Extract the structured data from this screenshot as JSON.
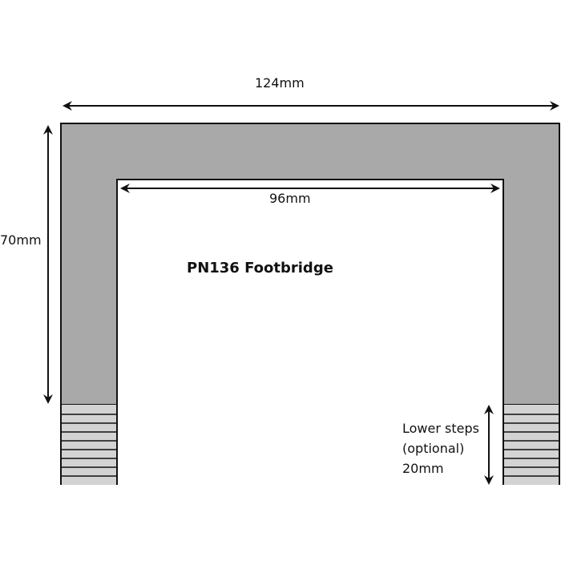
{
  "diagram": {
    "title": "PN136 Footbridge",
    "dimensions": {
      "overall_width": "124mm",
      "inner_width": "96mm",
      "height": "70mm"
    },
    "steps_note": {
      "line1": "Lower steps",
      "line2": "(optional)",
      "line3": "20mm"
    },
    "colors": {
      "bridge_fill": "#a9a9a9",
      "steps_fill": "#d3d3d3",
      "outline": "#111111"
    }
  }
}
